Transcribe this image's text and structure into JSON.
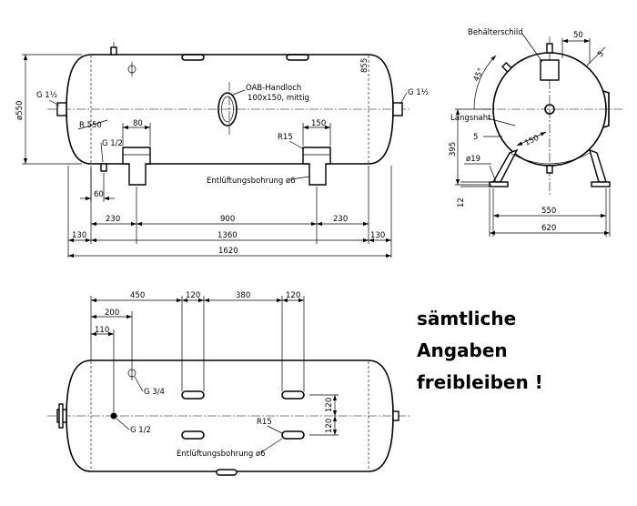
{
  "labels": {
    "g_1_half_left": "G 1½",
    "g_1_half_right": "G 1½",
    "g_half": "G 1/2",
    "g_half_bottom": "G 1/2",
    "g_three_quarter": "G 3/4",
    "r_550": "R 550",
    "r_15_top": "R15",
    "r_15_bottom": "R15",
    "hand_hole_title": "OAB-Handloch",
    "hand_hole_size": "100x150, mittig",
    "vent_bore_top": "Entlüftungsbohrung ø6",
    "vent_bore_bottom": "Entlüftungsbohrung ø6",
    "nameplate": "Behälterschild",
    "seam": "Längsnaht"
  },
  "dims": {
    "d550": "ø550",
    "d855": "855",
    "d80": "80",
    "d150_side": "150",
    "d60": "60",
    "d230_left": "230",
    "d900": "900",
    "d230_right": "230",
    "d130_left": "130",
    "d1360": "1360",
    "d130_right": "130",
    "d1620": "1620",
    "e50": "50",
    "e5_top": "5",
    "e45": "45°",
    "e5_left": "5",
    "e150": "150",
    "e395": "395",
    "e19": "ø19",
    "e12": "12",
    "e550": "550",
    "e620": "620",
    "t450": "450",
    "t120_a": "120",
    "t380": "380",
    "t120_b": "120",
    "t200": "200",
    "t110": "110",
    "t120_c": "120",
    "t120_d": "120"
  },
  "note": {
    "line1": "sämtliche",
    "line2": "Angaben",
    "line3": "freibleiben !"
  }
}
